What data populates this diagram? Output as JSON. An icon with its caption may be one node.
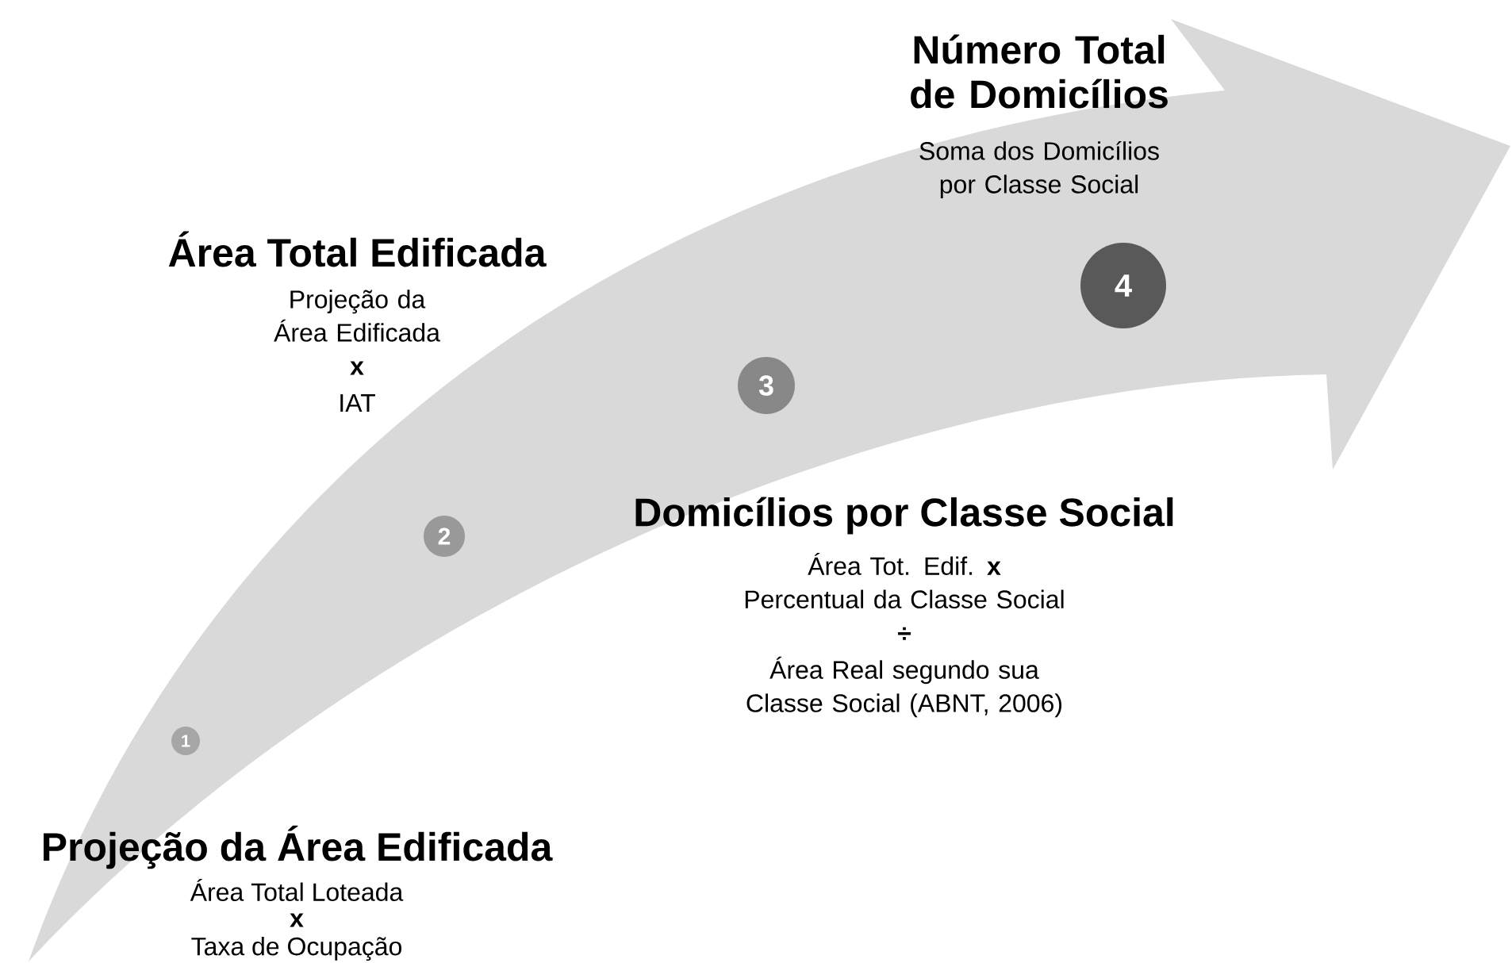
{
  "diagram": {
    "nodes": [
      {
        "text": [
          "1"
        ],
        "beside": [
          "Projeção da Área Edificada",
          "Área Total Loteada",
          "x",
          "Taxa de Ocupação"
        ]
      },
      {
        "text": [
          "2"
        ],
        "beside": [
          "Área Total Edificada",
          "Projeção da Área Edificada",
          "x",
          "IAT"
        ]
      },
      {
        "text": [
          "3"
        ],
        "beside": [
          "Domicílios por Classe Social",
          "Área Tot. Edif. **x** Percentual da Classe Social",
          "÷",
          "Área Real segundo sua Classe Social (ABNT, 2006)"
        ]
      },
      {
        "text": [
          "4"
        ],
        "beside": [
          "Número Total de Domicílios",
          "Soma dos Domicílios por Classe Social"
        ]
      }
    ]
  }
}
